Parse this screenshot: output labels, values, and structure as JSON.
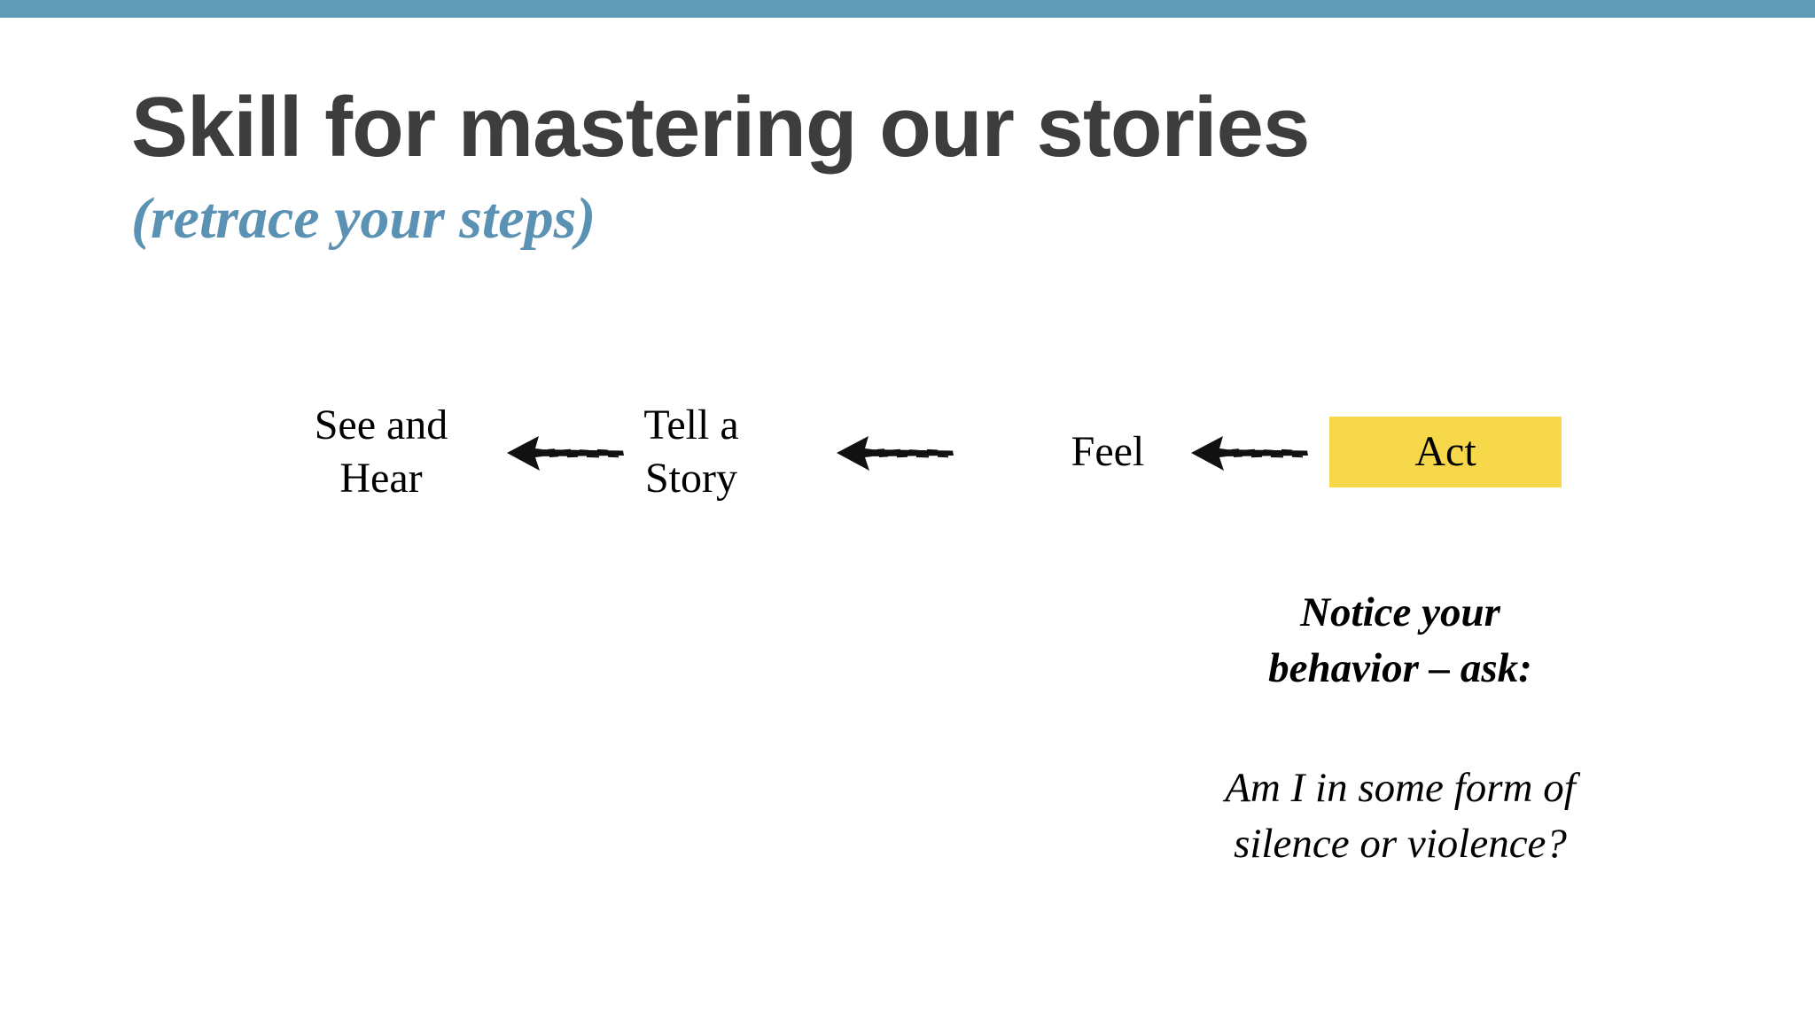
{
  "slide": {
    "background_color": "#FFFFFF",
    "accent_bar_color": "#609CB5",
    "title": "Skill for mastering our stories",
    "subtitle": "(retrace your steps)",
    "title_color": "#3D3D3D",
    "subtitle_color": "#5B92B4"
  },
  "diagram": {
    "type": "flow",
    "direction": "right-to-left",
    "highlight_color": "#F6D84A",
    "arrow_icon_name": "hand-drawn-left-arrow",
    "nodes": [
      {
        "id": "see-and-hear",
        "line1": "See and",
        "line2": "Hear",
        "highlighted": false
      },
      {
        "id": "tell-a-story",
        "line1": "Tell a",
        "line2": "Story",
        "highlighted": false
      },
      {
        "id": "feel",
        "line1": "Feel",
        "line2": "",
        "highlighted": false
      },
      {
        "id": "act",
        "line1": "Act",
        "line2": "",
        "highlighted": true
      }
    ],
    "arrows": [
      {
        "id": "arrow-tell-to-see",
        "from": "tell-a-story",
        "to": "see-and-hear"
      },
      {
        "id": "arrow-feel-to-tell",
        "from": "feel",
        "to": "tell-a-story"
      },
      {
        "id": "arrow-act-to-feel",
        "from": "act",
        "to": "feel"
      }
    ]
  },
  "notes": {
    "primary": {
      "line1": "Notice your",
      "line2": "behavior – ask:"
    },
    "secondary": {
      "line1": "Am I in some form of",
      "line2": "silence or violence?"
    }
  }
}
